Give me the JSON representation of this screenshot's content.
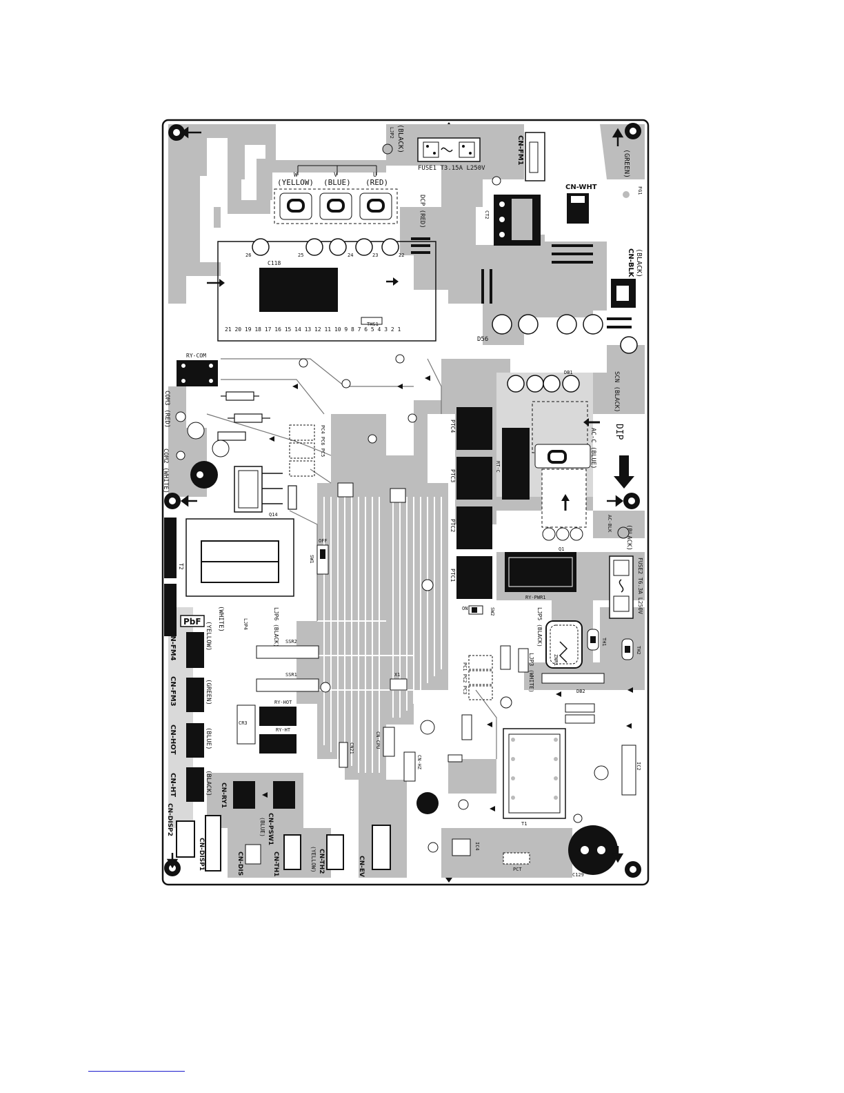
{
  "board": {
    "fuse1": "FUSE1 T3.15A L250V",
    "fuse2": "FUSE2 T6.3A L250V",
    "pbf": "PbF",
    "dip": "DIP",
    "uvw_colors": [
      "(YELLOW)",
      "(BLUE)",
      "(RED)"
    ],
    "uvw_letters": [
      "W",
      "V",
      "U"
    ],
    "ic_pins_top": [
      "26",
      "25",
      "24",
      "23",
      "22"
    ],
    "ic_pins_bottom": "21 20 19 18 17 16 15 14   13 12 11 10 9   8 7   6 5   4 3   2 1",
    "left_connectors": [
      {
        "name": "CN-FM4",
        "color": "(YELLOW)"
      },
      {
        "name": "CN-FM3",
        "color": "(GREEN)"
      },
      {
        "name": "CN-HOT",
        "color": "(BLUE)"
      },
      {
        "name": "CN-HT",
        "color": "(BLACK)"
      }
    ],
    "bottom_connectors": [
      {
        "name": "CN-DISP2",
        "sub": ""
      },
      {
        "name": "CN-DISP1",
        "sub": ""
      },
      {
        "name": "CN-RY1",
        "sub": ""
      },
      {
        "name": "CN-DIS",
        "sub": ""
      },
      {
        "name": "CN-PSW1",
        "sub": "(BLUE)"
      },
      {
        "name": "CN-TH1",
        "sub": ""
      },
      {
        "name": "CN-TH2",
        "sub": "(YELLOW)"
      },
      {
        "name": "CN-EV",
        "sub": ""
      }
    ],
    "ptc": [
      "PTC4",
      "PTC3",
      "PTC2",
      "PTC1"
    ],
    "labels": {
      "cn_fm1": "CN-FM1",
      "cn_wht": "CN-WHT",
      "cn_blk": "CN-BLK",
      "black": "(BLACK)",
      "black2": "(BLACK)",
      "green": "(GREEN)",
      "red_dcp": "DCP (RED)",
      "ry_com": "RY-COM",
      "com3": "COM3 (RED)",
      "com2": "COM2 (WHITE)",
      "t2": "T2",
      "t1": "T1",
      "white": "(WHITE)",
      "ry_hot": "RY-HOT",
      "ry_ht": "RY-HT",
      "ry_pwr1": "RY-PWR1",
      "ssr1": "SSR1",
      "ssr2": "SSR2",
      "cr3": "CR3",
      "sw1": "SW1",
      "sw2": "SW2",
      "off": "OFF",
      "on": "ON",
      "c118": "C118",
      "c129": "C129",
      "ths1": "THS1",
      "db1": "DB1",
      "db2": "DB2",
      "ac_blk": "AC-BLK",
      "ac_blue": "AC-C (BLUE)",
      "scn_black": "SCN (BLACK)",
      "fg1": "FG1",
      "pct": "PCT",
      "q1": "Q1",
      "q14": "Q14",
      "x1": "X1",
      "th1": "TH1",
      "th2": "TH2",
      "ic2": "IC2",
      "ic4": "IC4",
      "znr1": "ZNR1",
      "ct2": "CT2",
      "rt_c": "RT-C",
      "pc1": "PC1 PC2 PC3",
      "pc4": "PC4 PC6 PC5",
      "lip3": "LJP3 (WHITE)",
      "ljp5": "LJP5 (BLACK)",
      "ljp2": "LJP2",
      "ljp4": "LJP4",
      "ljp6": "LJP6 (BLACK)",
      "d56": "D56",
      "cn21": "CN21",
      "cn_cpu": "CN-CPU",
      "cn_hz": "CN-HZ"
    }
  }
}
